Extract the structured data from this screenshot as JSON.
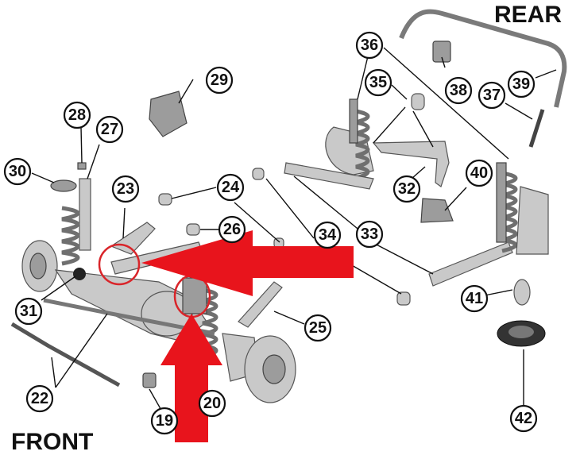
{
  "labels": {
    "rear": "REAR",
    "front": "FRONT"
  },
  "callouts": [
    "19",
    "20",
    "22",
    "23",
    "24",
    "25",
    "26",
    "27",
    "28",
    "29",
    "30",
    "31",
    "32",
    "33",
    "34",
    "35",
    "36",
    "37",
    "38",
    "39",
    "40",
    "41",
    "42"
  ],
  "colors": {
    "highlight_arrow": "#e8141c",
    "highlight_circle": "#d9252a",
    "part_fill": "#c9c9c9",
    "outline": "#111111"
  },
  "icons": [
    "right-red-arrow-icon",
    "up-red-arrow-icon"
  ]
}
